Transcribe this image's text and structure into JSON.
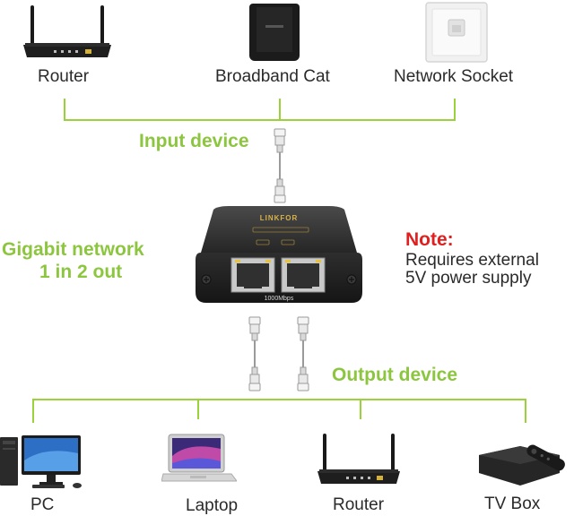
{
  "input": {
    "heading": "Input device",
    "devices": [
      {
        "label": "Router",
        "icon": "wifi-router-icon"
      },
      {
        "label": "Broadband Cat",
        "icon": "modem-icon"
      },
      {
        "label": "Network Socket",
        "icon": "wall-socket-icon"
      }
    ]
  },
  "splitter": {
    "brand": "LINKFOR",
    "speed": "1000Mbps"
  },
  "feature": {
    "line1": "Gigabit network",
    "line2": "1 in 2 out"
  },
  "note": {
    "title": "Note:",
    "line1": "Requires external",
    "line2": "5V power supply"
  },
  "output": {
    "heading": "Output device",
    "devices": [
      {
        "label": "PC",
        "icon": "desktop-pc-icon"
      },
      {
        "label": "Laptop",
        "icon": "laptop-icon"
      },
      {
        "label": "Router",
        "icon": "wifi-router-icon"
      },
      {
        "label": "TV Box",
        "icon": "tv-box-icon"
      }
    ]
  },
  "colors": {
    "accent_green": "#8cc63f",
    "note_red": "#e02020",
    "device_dark": "#1e1e1e"
  }
}
